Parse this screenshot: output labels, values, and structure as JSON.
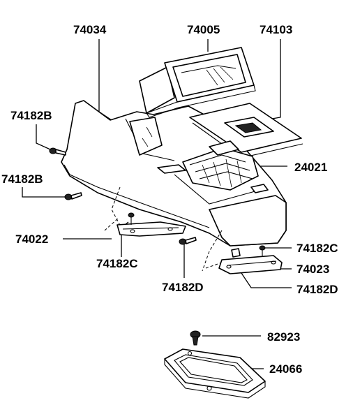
{
  "labels": {
    "console_body": "74034",
    "cup_holder": "74005",
    "shift_panel": "74103",
    "screw_upper_left": "74182B",
    "screw_mid_left": "74182B",
    "shift_boot": "24021",
    "bracket_left": "74022",
    "clip_left_bottom": "74182C",
    "clip_right": "74182C",
    "screw_bottom_center": "74182D",
    "bracket_right": "74023",
    "clip_bottom_right": "74182D",
    "push_fastener": "82923",
    "boot_retainer": "24066"
  }
}
